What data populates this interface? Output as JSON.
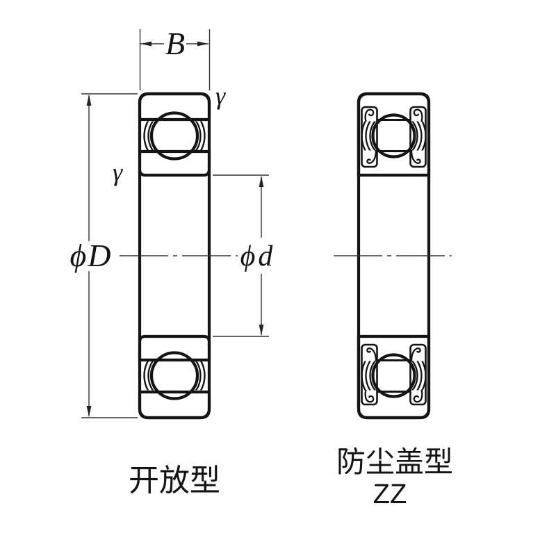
{
  "diagram": {
    "background": "#ffffff",
    "line_color": "#141414",
    "ring_fill": "#d6d6d6",
    "dim_labels": {
      "width": "B",
      "outer_diameter": "ϕD",
      "bore_diameter": "ϕd",
      "chamfer_top": "γ",
      "chamfer_side": "γ"
    },
    "captions": {
      "open_type": "开放型",
      "shielded_type_line1": "防尘盖型",
      "shielded_type_line2": "ZZ"
    }
  }
}
